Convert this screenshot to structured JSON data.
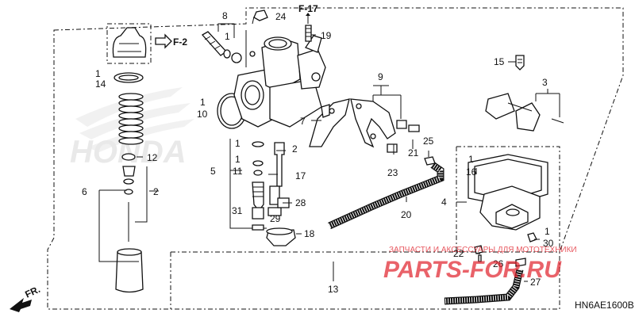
{
  "diagram": {
    "code": "HN6AE1600B",
    "nav": {
      "ref_f17": "F-17",
      "ref_f2": "F-2",
      "front": "FR."
    },
    "watermark": {
      "brand": "HONDA",
      "shop_line": "ЗАПЧАСТИ И АКСЕССУАРЫ ДЛЯ МОТОТЕХНИКИ",
      "shop_name": "PARTS-FOR.RU",
      "colors": {
        "shop_red": "#e0202a",
        "honda_gray": "#d4d4d4"
      }
    },
    "callouts": [
      "1",
      "14",
      "6",
      "12",
      "2",
      "1",
      "10",
      "8",
      "1",
      "24",
      "19",
      "5",
      "1",
      "11",
      "1",
      "2",
      "17",
      "31",
      "29",
      "28",
      "18",
      "7",
      "9",
      "21",
      "23",
      "25",
      "20",
      "3",
      "15",
      "1",
      "16",
      "4",
      "1",
      "30",
      "22",
      "26",
      "27",
      "13"
    ]
  }
}
